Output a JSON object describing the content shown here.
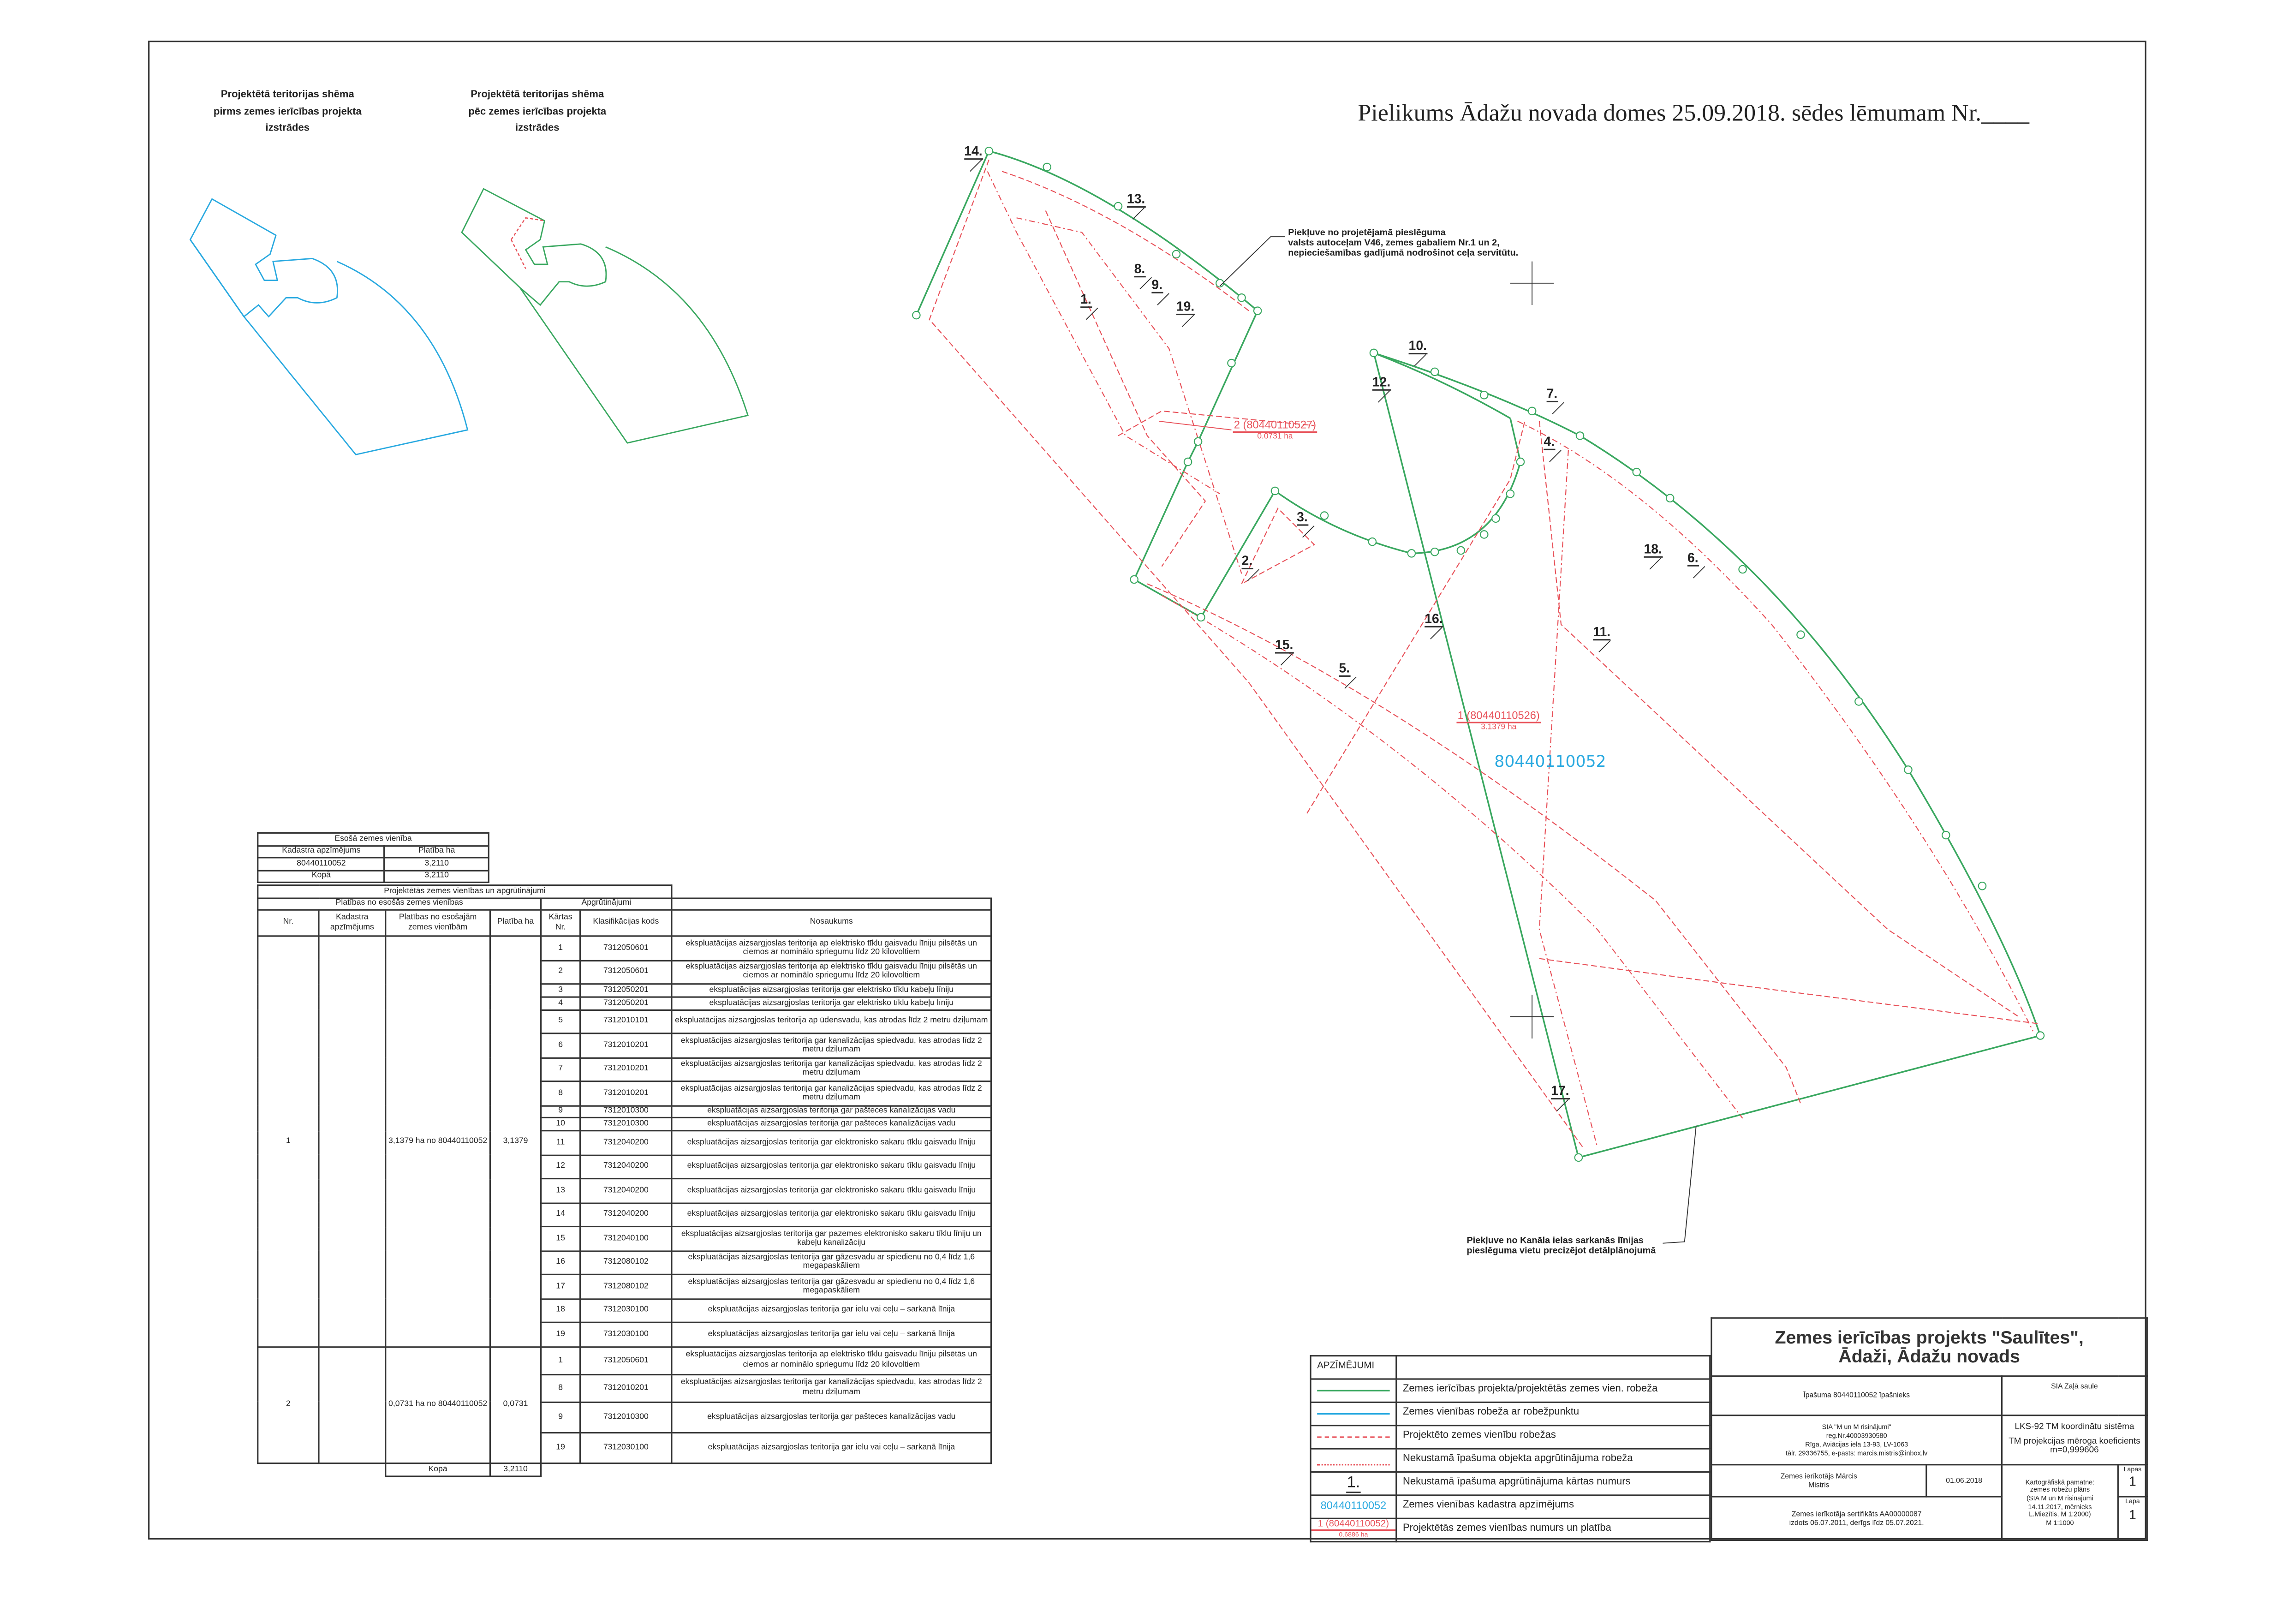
{
  "header": {
    "decree": "Pielikums Ādažu novada domes 25.09.2018. sēdes lēmumam Nr.____"
  },
  "schemes": {
    "before": [
      "Projektētā teritorijas shēma",
      "pirms zemes ierīcības projekta",
      "izstrādes"
    ],
    "after": [
      "Projektētā teritorijas shēma",
      "pēc zemes ierīcības projekta",
      "izstrādes"
    ]
  },
  "map": {
    "labels": [
      "14.",
      "13.",
      "8.",
      "9.",
      "19.",
      "1.",
      "10.",
      "12.",
      "7.",
      "4.",
      "3.",
      "2.",
      "18.",
      "6.",
      "16.",
      "11.",
      "15.",
      "5.",
      "17."
    ],
    "parcel2": {
      "title": "2 (80440110527)",
      "area": "0.0731 ha"
    },
    "parcel1": {
      "title": "1 (80440110526)",
      "area": "3.1379 ha"
    },
    "cadastre": "80440110052",
    "note_top": [
      "Piekļuve no projetējamā pieslēguma",
      "valsts autoceļam V46, zemes gabaliem Nr.1 un 2,",
      "nepieciešamības gadījumā nodrošinot ceļa servitūtu."
    ],
    "note_bottom": [
      "Piekļuve no Kanāla ielas sarkanās līnijas",
      "pieslēguma vietu precizējot detālplānojumā"
    ]
  },
  "colors": {
    "green": "#3aa860",
    "cyan": "#29a9e0",
    "red": "#e8525a"
  },
  "existing": {
    "title": "Esošā zemes vienība",
    "headers": [
      "Kadastra apzīmējums",
      "Platība ha"
    ],
    "rows": [
      [
        "80440110052",
        "3,2110"
      ],
      [
        "Kopā",
        "3,2110"
      ]
    ]
  },
  "projected": {
    "title": "Projektētās zemes vienības un apgrūtinājumi",
    "group_left": "Platības no esošās zemes vienības",
    "group_right": "Apgrūtinājumi",
    "headers": [
      "Nr.",
      "Kadastra apzīmējums",
      "Platības no esošajām zemes vienībām",
      "Platība ha",
      "Kārtas Nr.",
      "Klasifikācijas kods",
      "Nosaukums"
    ],
    "units": [
      {
        "nr": "1",
        "kadastrs": "",
        "from": "3,1379 ha no 80440110052",
        "area": "3,1379",
        "items": [
          [
            "1",
            "7312050601",
            "ekspluatācijas aizsargjoslas teritorija ap elektrisko tīklu gaisvadu līniju pilsētās un ciemos ar nominālo spriegumu līdz 20 kilovoltiem"
          ],
          [
            "2",
            "7312050601",
            "ekspluatācijas aizsargjoslas teritorija ap elektrisko tīklu gaisvadu līniju pilsētās un ciemos ar nominālo spriegumu līdz 20 kilovoltiem"
          ],
          [
            "3",
            "7312050201",
            "ekspluatācijas aizsargjoslas teritorija gar elektrisko tīklu kabeļu līniju"
          ],
          [
            "4",
            "7312050201",
            "ekspluatācijas aizsargjoslas teritorija gar elektrisko tīklu kabeļu līniju"
          ],
          [
            "5",
            "7312010101",
            "ekspluatācijas aizsargjoslas teritorija ap ūdensvadu, kas atrodas līdz 2 metru dziļumam"
          ],
          [
            "6",
            "7312010201",
            "ekspluatācijas aizsargjoslas teritorija gar kanalizācijas spiedvadu, kas atrodas līdz 2 metru dziļumam"
          ],
          [
            "7",
            "7312010201",
            "ekspluatācijas aizsargjoslas teritorija gar kanalizācijas spiedvadu, kas atrodas līdz 2 metru dziļumam"
          ],
          [
            "8",
            "7312010201",
            "ekspluatācijas aizsargjoslas teritorija gar kanalizācijas spiedvadu, kas atrodas līdz 2 metru dziļumam"
          ],
          [
            "9",
            "7312010300",
            "ekspluatācijas aizsargjoslas teritorija gar pašteces kanalizācijas vadu"
          ],
          [
            "10",
            "7312010300",
            "ekspluatācijas aizsargjoslas teritorija gar pašteces kanalizācijas vadu"
          ],
          [
            "11",
            "7312040200",
            "ekspluatācijas aizsargjoslas teritorija gar elektronisko sakaru tīklu gaisvadu līniju"
          ],
          [
            "12",
            "7312040200",
            "ekspluatācijas aizsargjoslas teritorija gar elektronisko sakaru tīklu gaisvadu līniju"
          ],
          [
            "13",
            "7312040200",
            "ekspluatācijas aizsargjoslas teritorija gar elektronisko sakaru tīklu gaisvadu līniju"
          ],
          [
            "14",
            "7312040200",
            "ekspluatācijas aizsargjoslas teritorija gar elektronisko sakaru tīklu gaisvadu līniju"
          ],
          [
            "15",
            "7312040100",
            "ekspluatācijas aizsargjoslas teritorija gar pazemes elektronisko sakaru tīklu līniju un kabeļu kanalizāciju"
          ],
          [
            "16",
            "7312080102",
            "ekspluatācijas aizsargjoslas teritorija gar gāzesvadu ar spiedienu no 0,4 līdz 1,6 megapaskāliem"
          ],
          [
            "17",
            "7312080102",
            "ekspluatācijas aizsargjoslas teritorija gar gāzesvadu ar spiedienu no 0,4 līdz 1,6 megapaskāliem"
          ],
          [
            "18",
            "7312030100",
            "ekspluatācijas aizsargjoslas teritorija gar ielu vai ceļu – sarkanā līnija"
          ],
          [
            "19",
            "7312030100",
            "ekspluatācijas aizsargjoslas teritorija gar ielu vai ceļu – sarkanā līnija"
          ]
        ]
      },
      {
        "nr": "2",
        "kadastrs": "",
        "from": "0,0731 ha no 80440110052",
        "area": "0,0731",
        "items": [
          [
            "1",
            "7312050601",
            "ekspluatācijas aizsargjoslas teritorija ap elektrisko tīklu gaisvadu līniju pilsētās un ciemos ar nominālo spriegumu līdz 20 kilovoltiem"
          ],
          [
            "8",
            "7312010201",
            "ekspluatācijas aizsargjoslas teritorija gar kanalizācijas spiedvadu, kas atrodas līdz 2 metru dziļumam"
          ],
          [
            "9",
            "7312010300",
            "ekspluatācijas aizsargjoslas teritorija gar pašteces kanalizācijas vadu"
          ],
          [
            "19",
            "7312030100",
            "ekspluatācijas aizsargjoslas teritorija gar ielu vai ceļu – sarkanā līnija"
          ]
        ]
      }
    ],
    "total_label": "Kopā",
    "total": "3,2110"
  },
  "legend": {
    "title": "APZĪMĒJUMI",
    "items": [
      {
        "symbol": "green-line",
        "label": "Zemes ierīcības projekta/projektētās zemes vien. robeža"
      },
      {
        "symbol": "cyan-line",
        "label": "Zemes vienības robeža ar robežpunktu"
      },
      {
        "symbol": "red-dashed",
        "label": "Projektēto zemes vienību robežas"
      },
      {
        "symbol": "red-dashdot",
        "label": "Nekustamā īpašuma objekta apgrūtinājuma robeža"
      },
      {
        "symbol": "1.",
        "label": "Nekustamā īpašuma apgrūtinājuma kārtas numurs"
      },
      {
        "symbol": "80440110052",
        "label": "Zemes vienības kadastra apzīmējums"
      },
      {
        "symbol": "1 (80440110052)",
        "symbol2": "0.6886 ha",
        "label": "Projektētās zemes vienības numurs un platība"
      }
    ]
  },
  "titleblock": {
    "title1": "Zemes ierīcības projekts \"Saulītes\",",
    "title2": "Ādaži, Ādažu novads",
    "owner_label": "Īpašuma 80440110052 īpašnieks",
    "owner": "SIA Zaļā saule",
    "company": [
      "SIA \"M un M risinājumi\"",
      "reg.Nr.40003930580",
      "Rīga, Aviācijas iela 13-93, LV-1063",
      "tālr. 29336755, e-pasts: marcis.mistris@inbox.lv"
    ],
    "coords": [
      "LKS-92 TM koordinātu sistēma",
      "TM projekcijas mēroga koeficients m=0,999606"
    ],
    "surveyor": [
      "Zemes ierīkotājs Mārcis",
      "Mistris"
    ],
    "date": "01.06.2018",
    "certificate": [
      "Zemes ierīkotāja sertifikāts AA00000087",
      "izdots 06.07.2011, derīgs līdz 05.07.2021."
    ],
    "basis": [
      "Kartogrāfiskā pamatne:",
      "zemes robežu plāns",
      "(SIA M un M risinājumi",
      "14.11.2017, mērnieks",
      "L.Miezītis, M 1:2000)",
      "M 1:1000"
    ],
    "sheets_label": "Lapas",
    "sheets": "1",
    "sheet_label": "Lapa",
    "sheet": "1"
  }
}
